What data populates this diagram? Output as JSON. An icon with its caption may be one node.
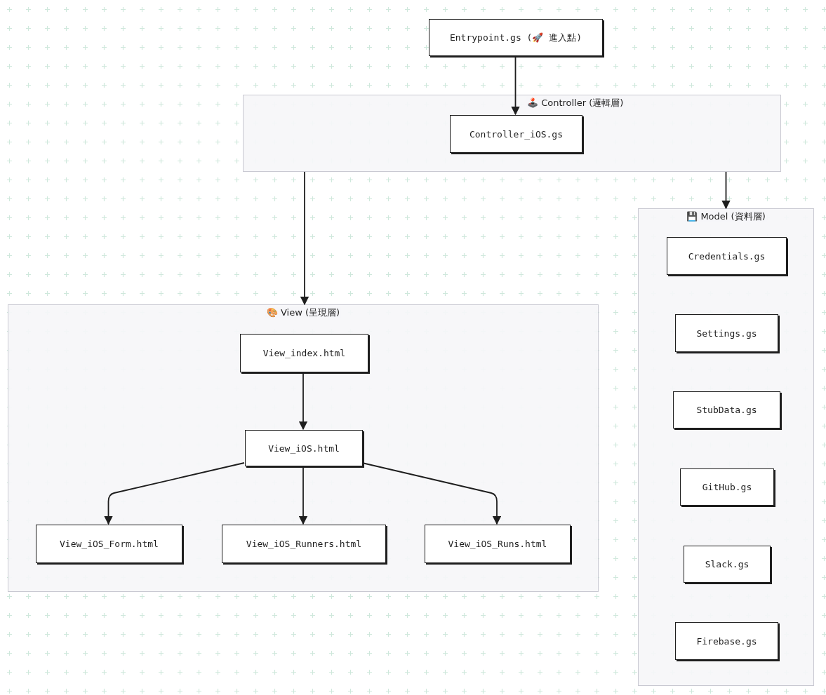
{
  "diagram": {
    "nodes": [
      {
        "text": [
          "Entrypoint.gs (🚀 進入點)"
        ]
      },
      {
        "text": [
          "🕹️ Controller (邏輯層)"
        ]
      },
      {
        "text": [
          "Controller_iOS.gs"
        ],
        "in": 1
      },
      {
        "text": [
          "🎨 View (呈現層)"
        ]
      },
      {
        "text": [
          "View_index.html"
        ],
        "in": 3
      },
      {
        "text": [
          "View_iOS.html"
        ],
        "in": 3
      },
      {
        "text": [
          "View_iOS_Form.html"
        ],
        "in": 3
      },
      {
        "text": [
          "View_iOS_Runners.html"
        ],
        "in": 3
      },
      {
        "text": [
          "View_iOS_Runs.html"
        ],
        "in": 3
      },
      {
        "text": [
          "💾 Model (資料層)"
        ]
      },
      {
        "text": [
          "Credentials.gs"
        ],
        "in": 9
      },
      {
        "text": [
          "Settings.gs"
        ],
        "in": 9
      },
      {
        "text": [
          "StubData.gs"
        ],
        "in": 9
      },
      {
        "text": [
          "GitHub.gs"
        ],
        "in": 9
      },
      {
        "text": [
          "Slack.gs"
        ],
        "in": 9
      },
      {
        "text": [
          "Firebase.gs"
        ],
        "in": 9
      }
    ],
    "edges": [
      {
        "from": 0,
        "to": 2,
        "arrow": "to"
      },
      {
        "from": 1,
        "to": 3,
        "arrow": "to"
      },
      {
        "from": 1,
        "to": 9,
        "arrow": "to"
      },
      {
        "from": 4,
        "to": 5,
        "arrow": "to"
      },
      {
        "from": 5,
        "to": 6,
        "arrow": "to"
      },
      {
        "from": 5,
        "to": 7,
        "arrow": "to"
      },
      {
        "from": 5,
        "to": 8,
        "arrow": "to"
      }
    ]
  }
}
